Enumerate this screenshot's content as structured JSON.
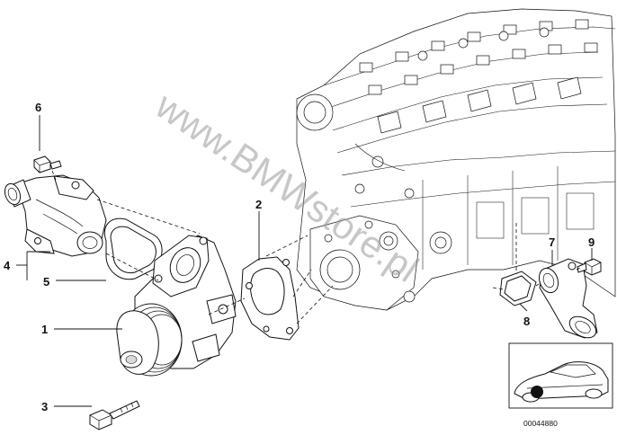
{
  "watermark": "www.BMWstore.pl",
  "reference_number": "00044880",
  "callouts": [
    {
      "id": "1",
      "label": "1"
    },
    {
      "id": "2",
      "label": "2"
    },
    {
      "id": "3",
      "label": "3"
    },
    {
      "id": "4",
      "label": "4"
    },
    {
      "id": "5",
      "label": "5"
    },
    {
      "id": "6",
      "label": "6"
    },
    {
      "id": "7",
      "label": "7"
    },
    {
      "id": "8",
      "label": "8"
    },
    {
      "id": "9",
      "label": "9"
    }
  ],
  "colors": {
    "line": "#111111",
    "watermark": "#9a9a9a",
    "background": "#ffffff"
  }
}
